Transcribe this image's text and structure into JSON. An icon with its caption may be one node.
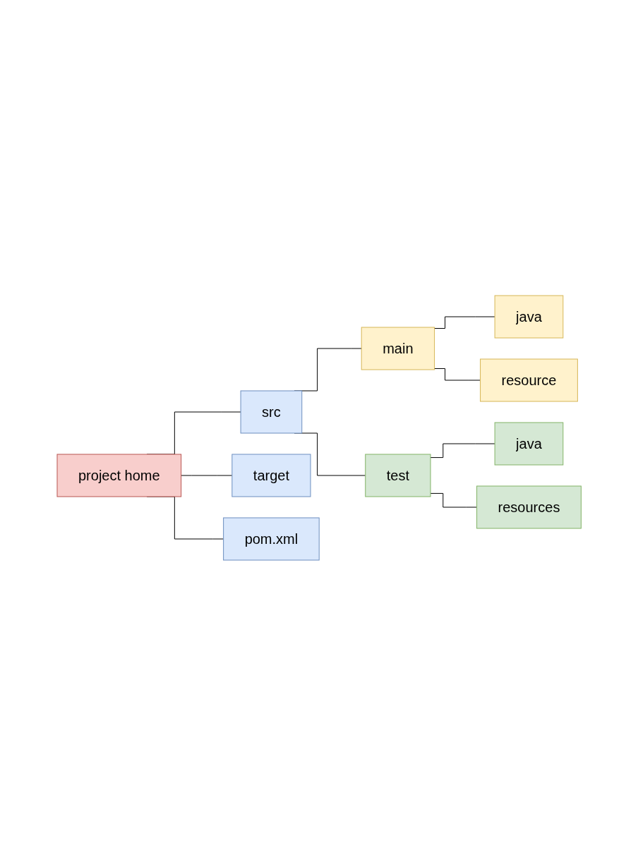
{
  "diagram": {
    "nodes": [
      {
        "text": [
          "project home"
        ]
      },
      {
        "text": [
          "src"
        ]
      },
      {
        "text": [
          "main"
        ]
      },
      {
        "text": [
          "java"
        ]
      },
      {
        "text": [
          "resource"
        ]
      },
      {
        "text": [
          "test"
        ]
      },
      {
        "text": [
          "java"
        ]
      },
      {
        "text": [
          "resources"
        ]
      },
      {
        "text": [
          "target"
        ]
      },
      {
        "text": [
          "pom.xml"
        ]
      }
    ],
    "edges": [
      {
        "from": 0,
        "to": 1,
        "arrow": "none"
      },
      {
        "from": 1,
        "to": 2,
        "arrow": "none"
      },
      {
        "from": 2,
        "to": 3,
        "arrow": "none"
      },
      {
        "from": 2,
        "to": 4,
        "arrow": "none"
      },
      {
        "from": 1,
        "to": 5,
        "arrow": "none"
      },
      {
        "from": 5,
        "to": 6,
        "arrow": "none"
      },
      {
        "from": 5,
        "to": 7,
        "arrow": "none"
      },
      {
        "from": 0,
        "to": 8,
        "arrow": "none"
      },
      {
        "from": 0,
        "to": 9,
        "arrow": "none"
      }
    ]
  }
}
